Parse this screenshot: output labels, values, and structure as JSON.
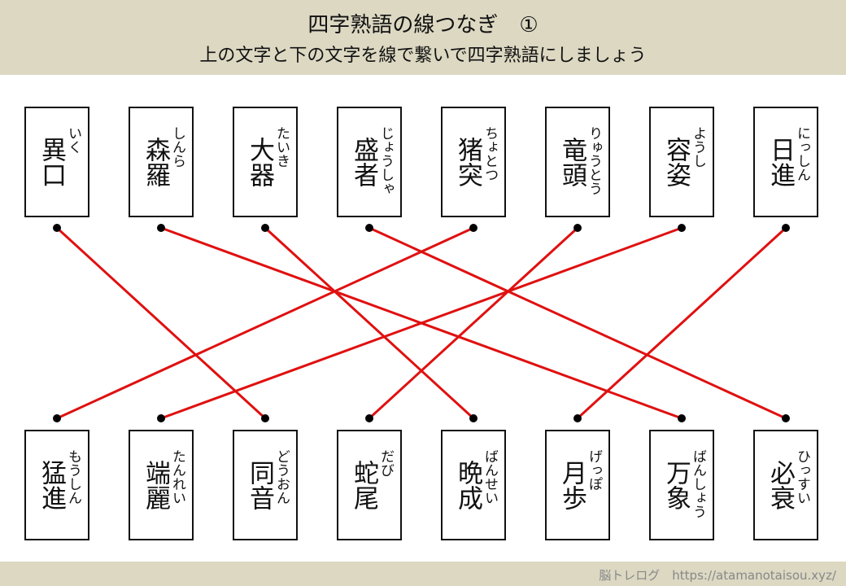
{
  "header": {
    "title": "四字熟語の線つなぎ　①",
    "subtitle": "上の文字と下の文字を線で繋いで四字熟語にしましょう"
  },
  "top_cards": [
    {
      "kanji": "異口",
      "ruby": "いく"
    },
    {
      "kanji": "森羅",
      "ruby": "しんら"
    },
    {
      "kanji": "大器",
      "ruby": "たいき"
    },
    {
      "kanji": "盛者",
      "ruby": "じょうしゃ"
    },
    {
      "kanji": "猪突",
      "ruby": "ちょとつ"
    },
    {
      "kanji": "竜頭",
      "ruby": "りゅうとう"
    },
    {
      "kanji": "容姿",
      "ruby": "ようし"
    },
    {
      "kanji": "日進",
      "ruby": "にっしん"
    }
  ],
  "bottom_cards": [
    {
      "kanji": "猛進",
      "ruby": "もうしん"
    },
    {
      "kanji": "端麗",
      "ruby": "たんれい"
    },
    {
      "kanji": "同音",
      "ruby": "どうおん"
    },
    {
      "kanji": "蛇尾",
      "ruby": "だび"
    },
    {
      "kanji": "晩成",
      "ruby": "ばんせい"
    },
    {
      "kanji": "月歩",
      "ruby": "げっぽ"
    },
    {
      "kanji": "万象",
      "ruby": "ばんしょう"
    },
    {
      "kanji": "必衰",
      "ruby": "ひっすい"
    }
  ],
  "connections": [
    [
      0,
      2
    ],
    [
      1,
      6
    ],
    [
      2,
      4
    ],
    [
      3,
      7
    ],
    [
      4,
      0
    ],
    [
      5,
      3
    ],
    [
      6,
      1
    ],
    [
      7,
      5
    ]
  ],
  "colors": {
    "line": "#e01010",
    "dot": "#000000",
    "band": "#dcd8c2"
  },
  "footer": {
    "credit": "脳トレログ　https://atamanotaisou.xyz/"
  }
}
